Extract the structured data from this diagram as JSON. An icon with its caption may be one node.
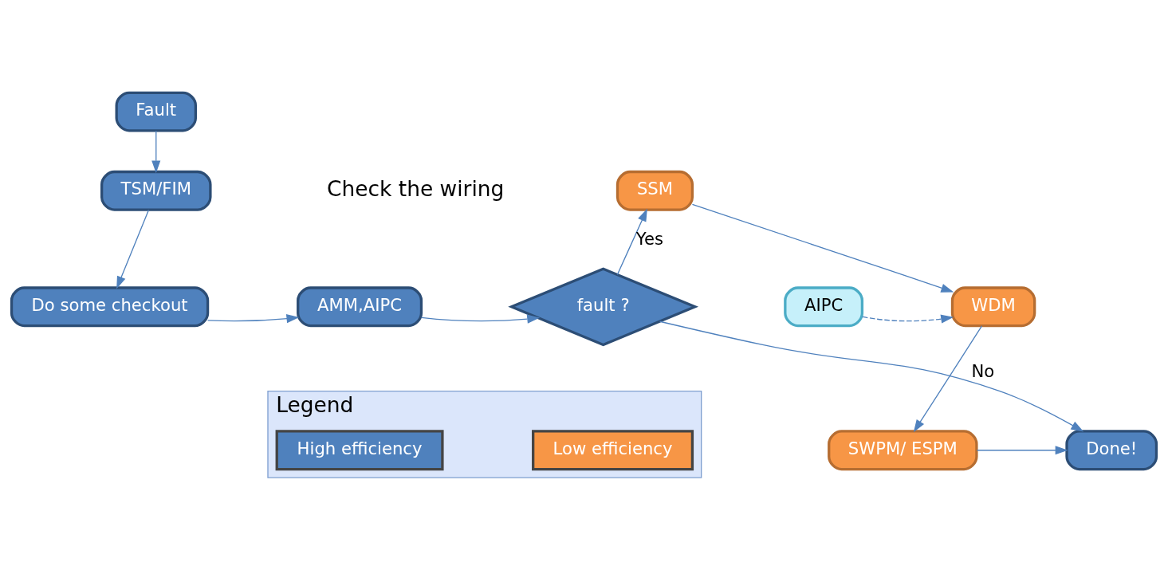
{
  "diagram": {
    "nodes": [
      {
        "text": [
          "Fault"
        ]
      },
      {
        "text": [
          "TSM/FIM"
        ]
      },
      {
        "text": [
          "Do some checkout"
        ]
      },
      {
        "text": [
          "AMM,AIPC"
        ]
      },
      {
        "text": [
          "fault ?"
        ]
      },
      {
        "text": [
          "SSM"
        ]
      },
      {
        "text": [
          "AIPC"
        ]
      },
      {
        "text": [
          "WDM"
        ]
      },
      {
        "text": [
          "Done!"
        ]
      },
      {
        "text": [
          "SWPM/ ESPM"
        ]
      },
      {
        "text": [
          "Legend"
        ]
      }
    ],
    "edges": [
      {
        "from": 0,
        "to": 1,
        "arrow": "to"
      },
      {
        "from": 1,
        "to": 2,
        "arrow": "to"
      },
      {
        "from": 2,
        "to": 3,
        "arrow": "to"
      },
      {
        "from": 3,
        "to": 4,
        "arrow": "to"
      },
      {
        "from": 4,
        "to": 5,
        "arrow": "to",
        "label": "Yes"
      },
      {
        "from": 4,
        "to": 8,
        "arrow": "to",
        "label": "No"
      },
      {
        "from": 5,
        "to": 7,
        "arrow": "to"
      },
      {
        "from": 6,
        "to": 7,
        "arrow": "to",
        "style": "dashed"
      },
      {
        "from": 7,
        "to": 9,
        "arrow": "to"
      },
      {
        "from": 9,
        "to": 8,
        "arrow": "to"
      }
    ],
    "labels": [
      "Check the wiring"
    ],
    "legend": [
      {
        "text": "High efficiency",
        "color": "#4f81bd"
      },
      {
        "text": "Low efficiency",
        "color": "#f79646"
      }
    ]
  }
}
